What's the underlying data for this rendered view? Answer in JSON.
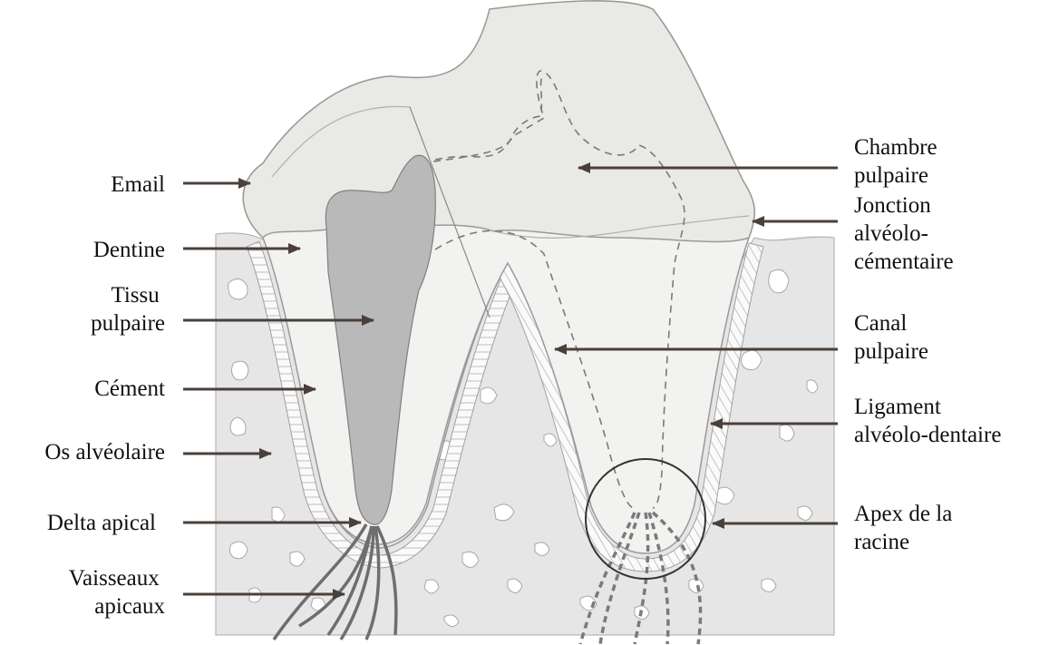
{
  "labels_left": {
    "email": [
      "Email"
    ],
    "dentine": [
      "Dentine"
    ],
    "tissu_pulpaire": [
      "Tissu",
      "pulpaire"
    ],
    "cement": [
      "Cément"
    ],
    "os_alveolaire": [
      "Os alvéolaire"
    ],
    "delta_apical": [
      "Delta apical"
    ],
    "vaisseaux_apicaux": [
      "Vaisseaux",
      "apicaux"
    ]
  },
  "labels_right": {
    "chambre_pulpaire": [
      "Chambre",
      "pulpaire"
    ],
    "jonction": [
      "Jonction",
      "alvéolo-",
      "cémentaire"
    ],
    "canal_pulpaire": [
      "Canal",
      "pulpaire"
    ],
    "ligament": [
      "Ligament",
      "alvéolo-dentaire"
    ],
    "apex": [
      "Apex de la",
      "racine"
    ]
  },
  "colors": {
    "bone": "#e6e6e6",
    "tooth": "#f2f2f0",
    "pulp": "#b9b9b9",
    "arrow": "#4a403a",
    "outline": "#8a8a8a"
  }
}
